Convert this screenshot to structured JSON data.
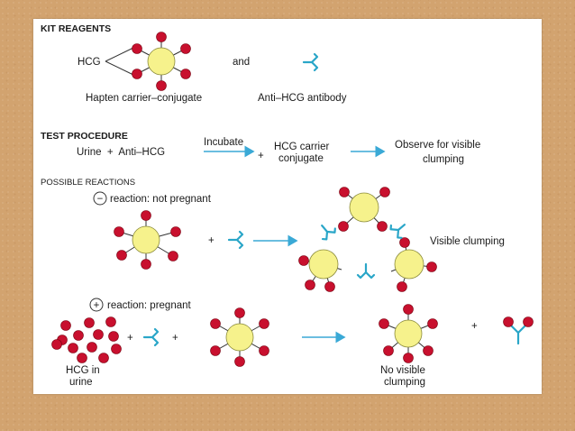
{
  "kit_reagents": {
    "heading": "KIT REAGENTS",
    "hcg_label": "HCG",
    "and_label": "and",
    "hapten_label": "Hapten carrier–conjugate",
    "antibody_label": "Anti–HCG antibody"
  },
  "test_procedure": {
    "heading": "TEST PROCEDURE",
    "step1": "Urine  +  Anti–HCG",
    "incubate_label": "Incubate",
    "plus": "+",
    "carrier_line1": "HCG carrier",
    "carrier_line2": "conjugate",
    "observe_line1": "Observe for visible",
    "observe_line2": "clumping"
  },
  "possible_reactions": {
    "heading": "POSSIBLE REACTIONS",
    "negative": {
      "sign": "−",
      "label": "reaction: not pregnant",
      "plus": "+",
      "result_label": "Visible clumping"
    },
    "positive": {
      "sign": "+",
      "label": "reaction: pregnant",
      "plus1": "+",
      "plus2": "+",
      "plus3": "+",
      "hcg_line1": "HCG in",
      "hcg_line2": "urine",
      "result_line1": "No visible",
      "result_line2": "clumping"
    }
  },
  "colors": {
    "hcg_red": "#c8102e",
    "carrier_yellow": "#f6f28c",
    "antibody_blue": "#2aa6c8",
    "arrow_blue": "#3aa9d6",
    "background": "#d2a36f"
  }
}
